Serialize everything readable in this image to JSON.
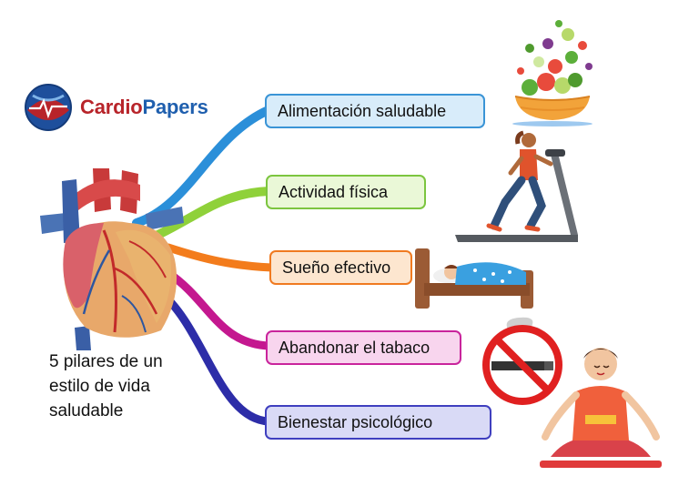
{
  "logo": {
    "brand_part1": "Cardio",
    "brand_part2": "Papers"
  },
  "caption": "5 pilares de un\nestilo de vida\nsaludable",
  "pillars": [
    {
      "label": "Alimentación saludable",
      "color": "#3a94d6"
    },
    {
      "label": "Actividad física",
      "color": "#7cc53f"
    },
    {
      "label": "Sueño efectivo",
      "color": "#f07a20"
    },
    {
      "label": "Abandonar el tabaco",
      "color": "#c9249c"
    },
    {
      "label": "Bienestar psicológico",
      "color": "#3f3fbf"
    }
  ],
  "illustrations": [
    "salad-bowl-icon",
    "treadmill-runner-icon",
    "sleeping-bed-icon",
    "no-smoking-icon",
    "meditation-icon"
  ]
}
